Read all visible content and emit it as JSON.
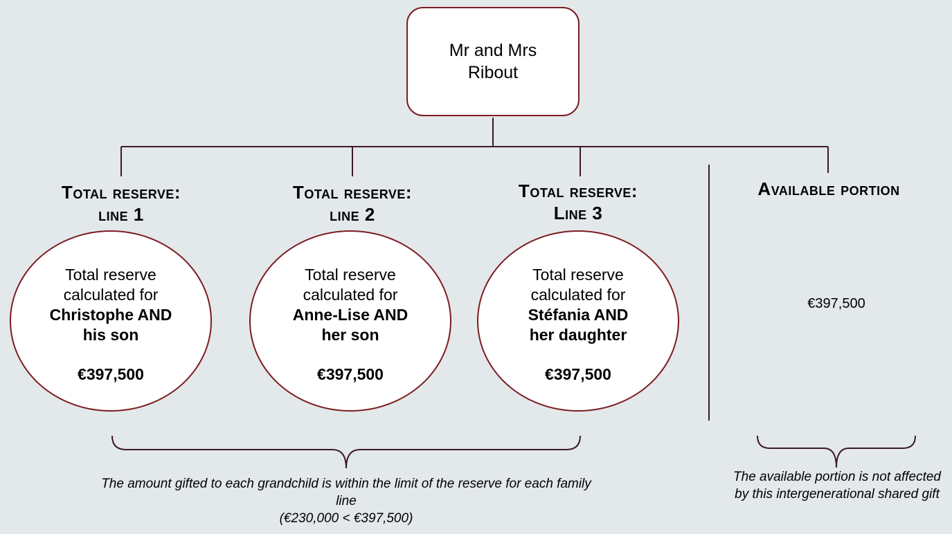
{
  "root": {
    "label": "Mr and Mrs Ribout"
  },
  "lines": [
    {
      "title_cap": "T",
      "title_rest": "otal reserve:",
      "title_line2_cap": "",
      "title_line2_rest": "line",
      "title_line2_num": "1",
      "desc": "Total reserve calculated for",
      "who": "Christophe AND his son",
      "amount": "€397,500"
    },
    {
      "title_cap": "T",
      "title_rest": "otal reserve:",
      "title_line2_cap": "",
      "title_line2_rest": "line",
      "title_line2_num": "2",
      "desc": "Total reserve calculated for",
      "who": "Anne-Lise AND her son",
      "amount": "€397,500"
    },
    {
      "title_cap": "T",
      "title_rest": "otal reserve:",
      "title_line2_cap": "L",
      "title_line2_rest": "ine",
      "title_line2_num": "3",
      "desc": "Total reserve calculated for",
      "who": "Stéfania AND her daughter",
      "amount": "€397,500"
    }
  ],
  "available": {
    "title_cap": "A",
    "title_rest": "vailable portion",
    "value": "€397,500"
  },
  "notes": {
    "reserve_line1": "The amount gifted to each grandchild is within the limit of the reserve for each family line",
    "reserve_line2": "(€230,000 < €397,500)",
    "available": "The available portion is not affected by this intergenerational shared gift"
  },
  "colors": {
    "accent": "#7b1c21",
    "connector": "#3a1a22",
    "background": "#e3e8ea"
  }
}
